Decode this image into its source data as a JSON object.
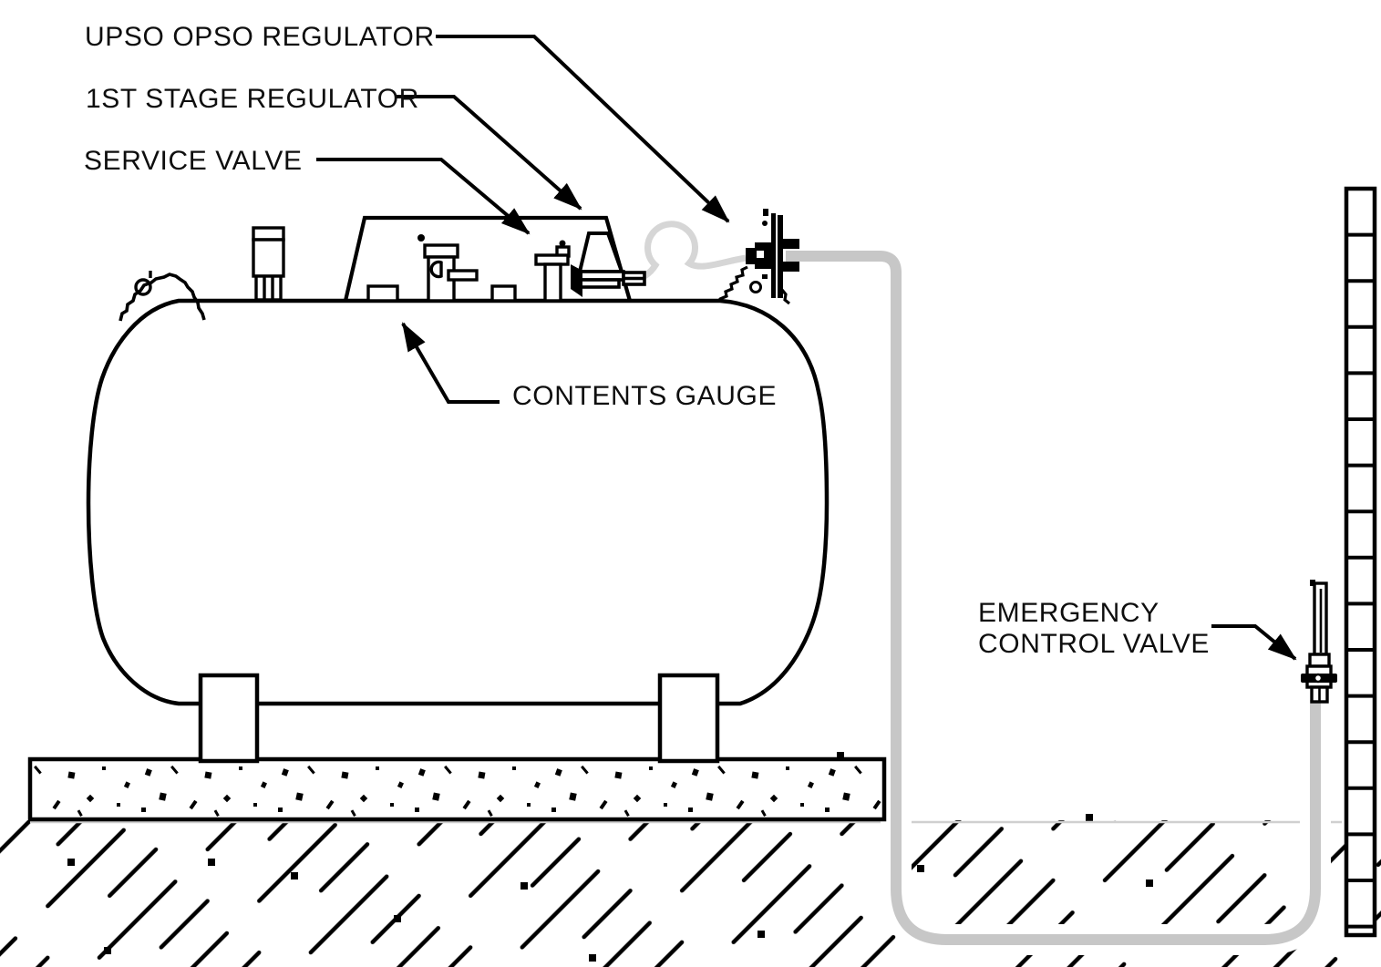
{
  "labels": {
    "upso_opso_regulator": "UPSO OPSO REGULATOR",
    "first_stage_regulator": "1ST STAGE REGULATOR",
    "service_valve": "SERVICE VALVE",
    "contents_gauge": "CONTENTS GAUGE",
    "emergency_control_valve_line1": "EMERGENCY",
    "emergency_control_valve_line2": "CONTROL VALVE"
  },
  "colors": {
    "line": "#000000",
    "pipe": "#c7c7c7",
    "pigtail": "#d6d6d6",
    "ground_line": "#d0d0d0",
    "bg": "#ffffff"
  }
}
